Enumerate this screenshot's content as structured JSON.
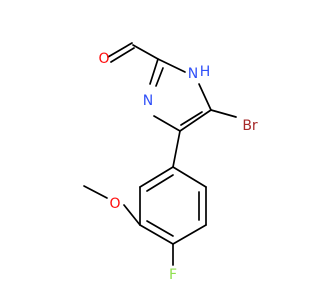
{
  "structure": {
    "atoms": {
      "oxygen_aldehyde": {
        "label": "O",
        "color": "#ff0d0d"
      },
      "nitrogen_h": {
        "label": "N",
        "color": "#3050f8"
      },
      "hydrogen_on_n": {
        "label": "H",
        "color": "#3050f8"
      },
      "nitrogen": {
        "label": "N",
        "color": "#3050f8"
      },
      "bromine": {
        "label": "Br",
        "color": "#a62929"
      },
      "oxygen_methoxy": {
        "label": "O",
        "color": "#ff0d0d"
      },
      "fluorine": {
        "label": "F",
        "color": "#90e050"
      }
    }
  }
}
